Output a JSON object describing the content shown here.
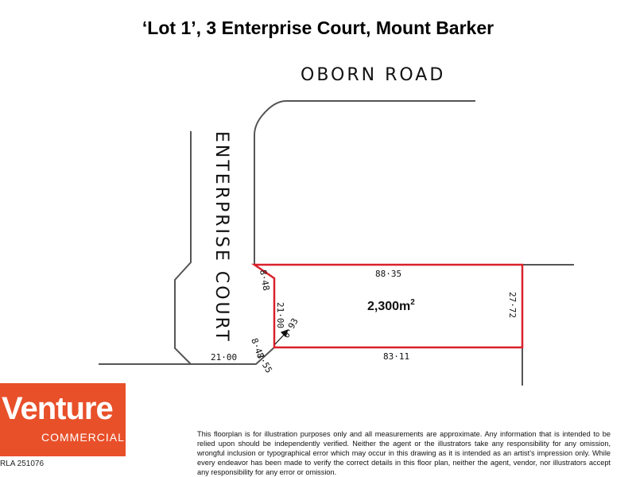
{
  "title": "‘Lot 1’, 3 Enterprise Court, Mount Barker",
  "roads": {
    "north": "OBORN ROAD",
    "west": "ENTERPRISE COURT"
  },
  "lot": {
    "area_value": "2,300m",
    "area_unit_sup": "2",
    "boundary_color": "#d9212b"
  },
  "dimensions": {
    "top": "88·35",
    "bottom": "83·11",
    "right": "27·72",
    "left": "21·00",
    "corner_top": "8·48",
    "corner_bottom": "8·48",
    "small": "0·93",
    "frontage": "21·00",
    "splay": "7·55"
  },
  "branding": {
    "logo_main": "Venture",
    "logo_sub": "COMMERCIAL",
    "logo_color": "#e8502a",
    "rla": "RLA 251076"
  },
  "disclaimer": "This floorplan is for illustration purposes only and all measurements are approximate. Any information that is intended to be relied upon should be independently verified. Neither the agent or the illustrators take any responsibility for any omission, wrongful inclusion or typographical error which may occur in this drawing as it is intended as an artist’s impression only. While every endeavor has been made to verify the correct details in this floor plan, neither the agent, vendor, nor illustrators accept any responsibility for any error or omission."
}
